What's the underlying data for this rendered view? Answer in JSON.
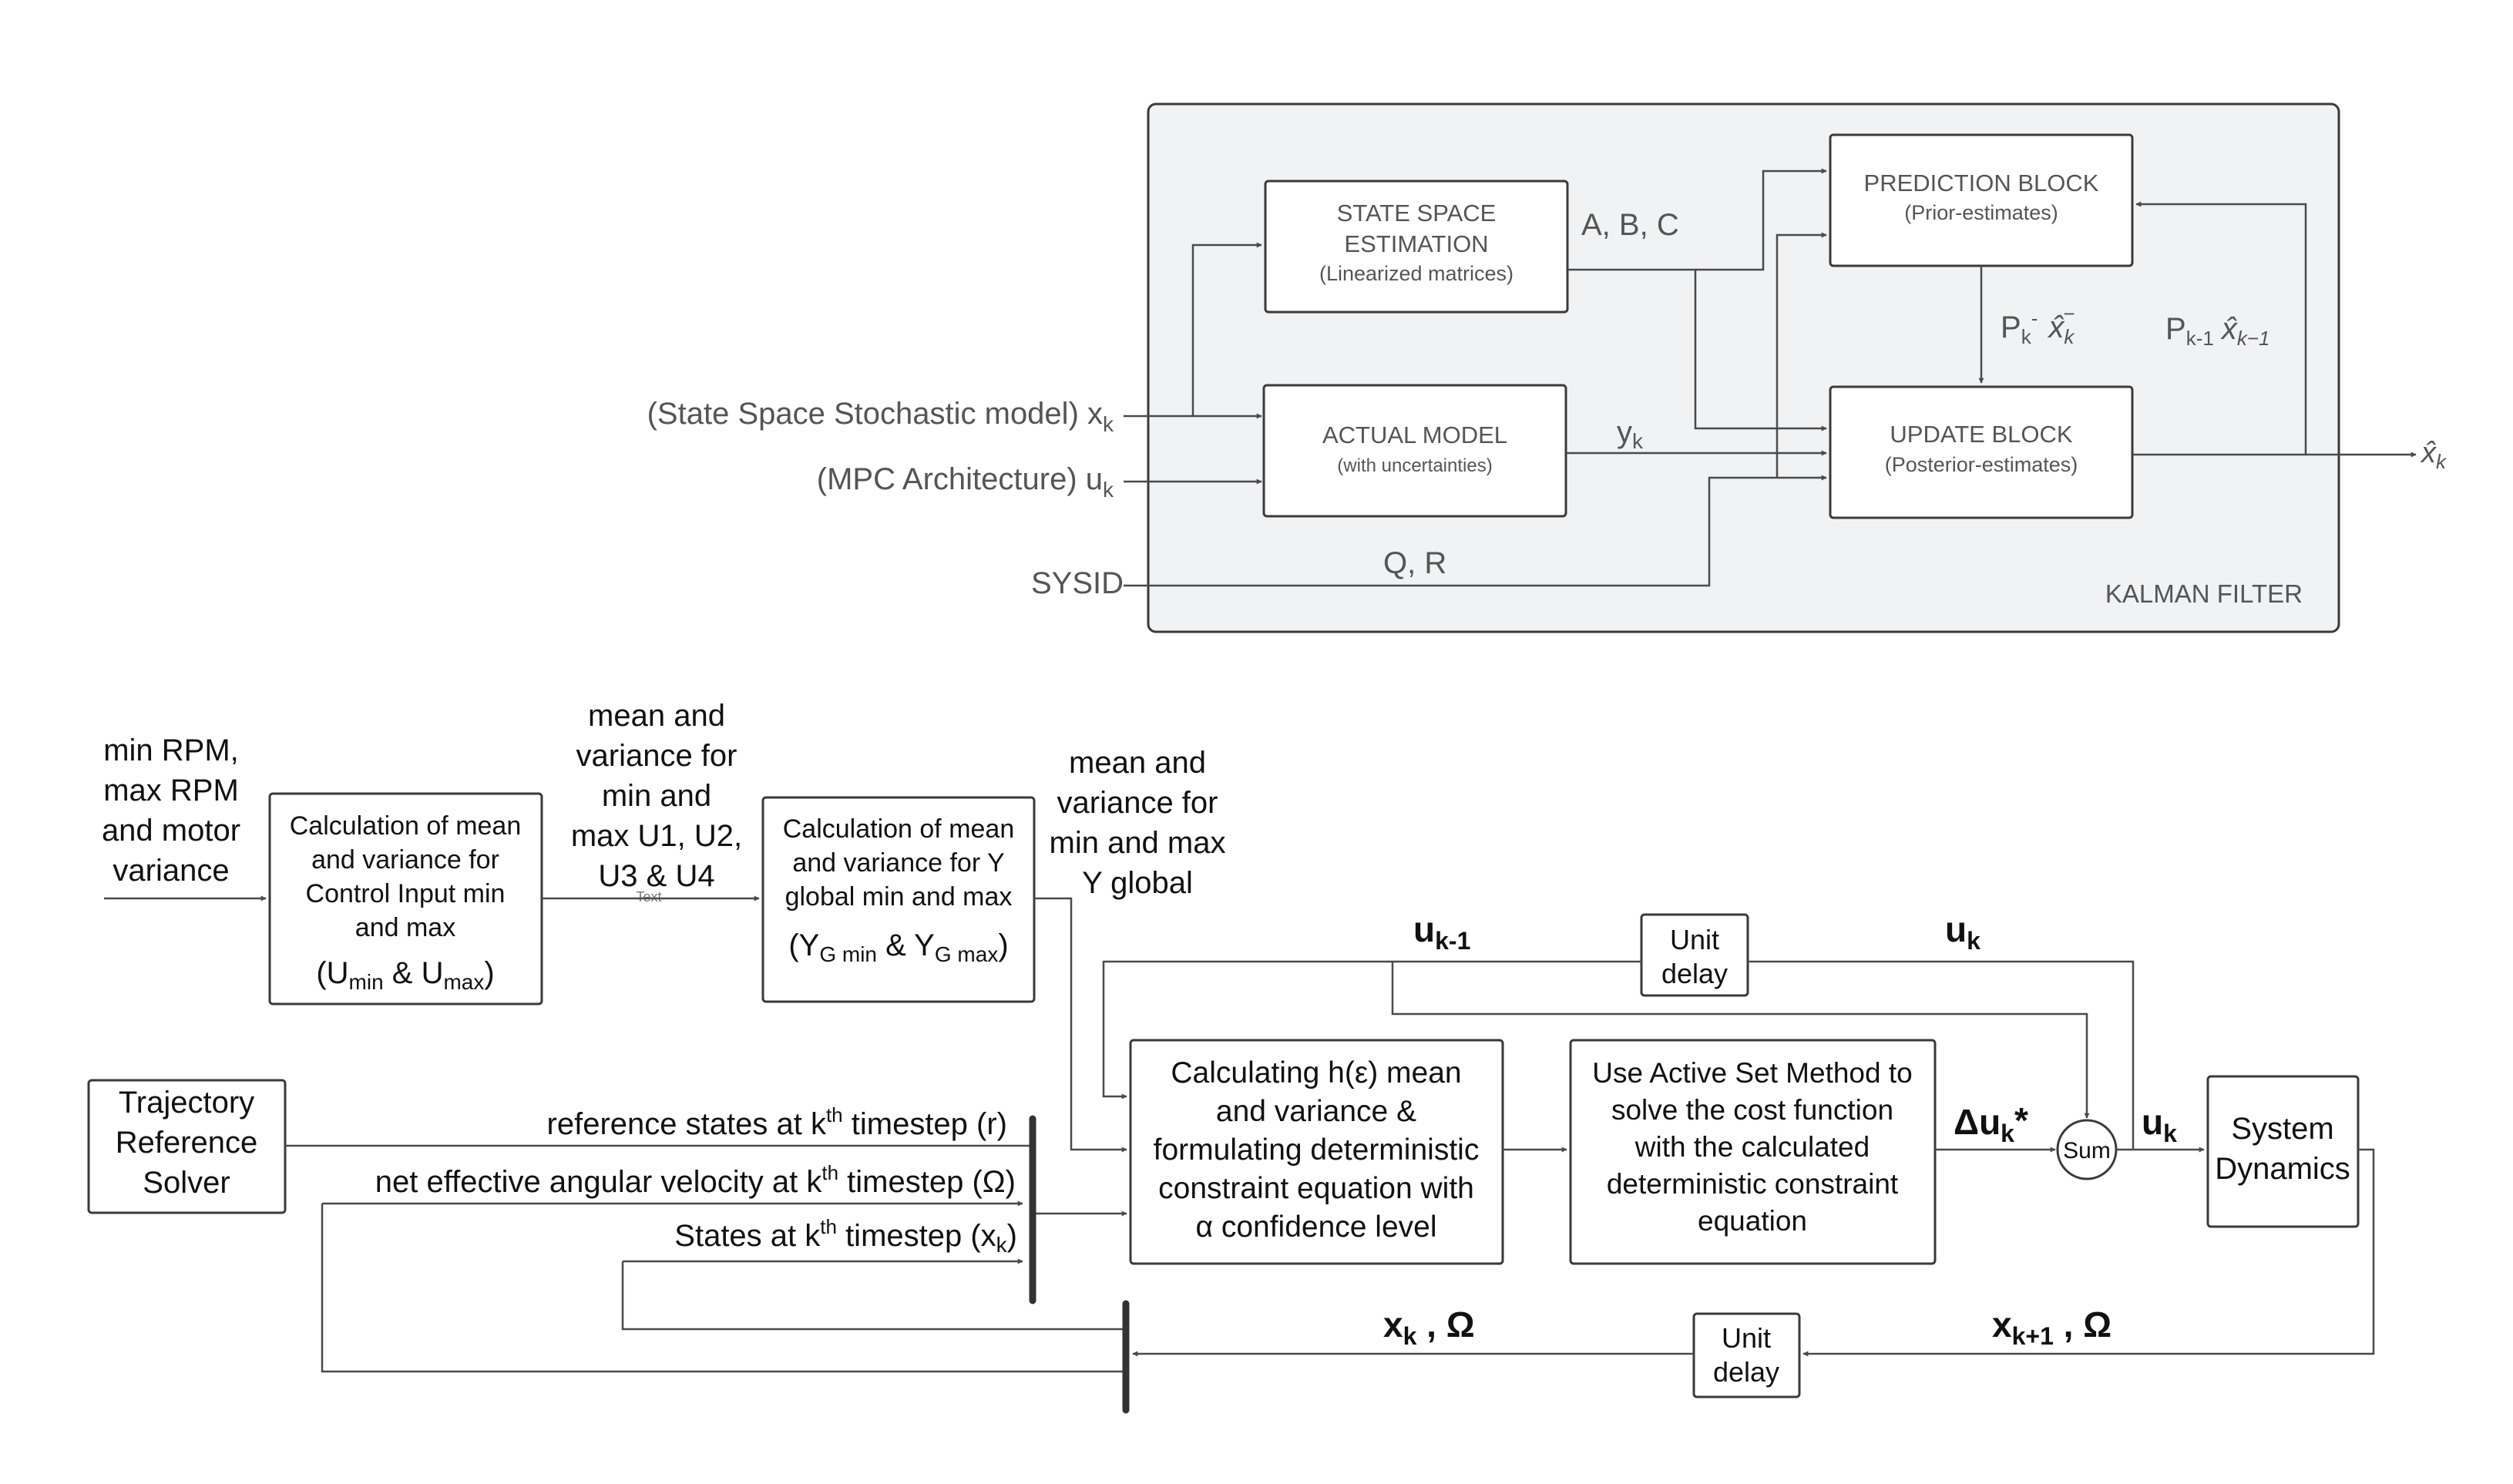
{
  "colors": {
    "panel_fill": "#f1f2f4",
    "line": "#4a4a4a",
    "kalman_text": "#555555",
    "text": "#111111"
  },
  "kalman": {
    "panel_label": "KALMAN FILTER",
    "sse": {
      "line1": "STATE SPACE",
      "line2": "ESTIMATION",
      "line3": "(Linearized matrices)"
    },
    "actual": {
      "line1": "ACTUAL MODEL",
      "line2": "(with uncertainties)"
    },
    "prediction": {
      "line1": "PREDICTION BLOCK",
      "line2": "(Prior-estimates)"
    },
    "update": {
      "line1": "UPDATE BLOCK",
      "line2": "(Posterior-estimates)"
    },
    "inputs": {
      "state_model": {
        "text": "(State Space Stochastic model) x",
        "sub": "k"
      },
      "mpc": {
        "text": "(MPC Architecture) u",
        "sub": "k"
      },
      "sysid": "SYSID"
    },
    "labels": {
      "abc": "A, B, C",
      "y": "y",
      "y_sub": "k",
      "qr": "Q, R",
      "pk": "P",
      "pk_sub": "k",
      "pk_sup": "-",
      "xk_prior": "x̂",
      "xk_prior_sub": "k",
      "xk_prior_sup": "−",
      "pk1": "P",
      "pk1_sub": "k-1",
      "xk1": "x̂",
      "xk1_sub": "k−1",
      "out": "x̂",
      "out_sub": "k"
    }
  },
  "mpc": {
    "input_label": [
      "min RPM,",
      "max RPM",
      "and motor",
      "variance"
    ],
    "calc_input": {
      "lines": [
        "Calculation of mean",
        "and variance for",
        "Control Input min",
        "and max"
      ],
      "formula": {
        "a": "(U",
        "a_sub": "min",
        "b": " & U",
        "b_sub": "max",
        "c": ")"
      }
    },
    "label_u": [
      "mean and",
      "variance for",
      "min and",
      "max U1, U2,",
      "U3 & U4"
    ],
    "tiny_text": "Text",
    "calc_y": {
      "lines": [
        "Calculation of mean",
        "and variance for Y",
        "global min and max"
      ],
      "formula": {
        "a": "(Y",
        "a_sub": "G min",
        "b": " & Y",
        "b_sub": "G max",
        "c": ")"
      }
    },
    "label_y": [
      "mean and",
      "variance for",
      "min and max",
      "Y global"
    ],
    "unit_delay_top": [
      "Unit",
      "delay"
    ],
    "unit_delay_bottom": [
      "Unit",
      "delay"
    ],
    "u_prev": {
      "text": "u",
      "sub": "k-1"
    },
    "u_k_top": {
      "text": "u",
      "sub": "k"
    },
    "trajectory": [
      "Trajectory",
      "Reference",
      "Solver"
    ],
    "ref_states": {
      "a": "reference states at k",
      "sup": "th",
      "b": " timestep (r)"
    },
    "net_omega": {
      "a": "net effective angular velocity at k",
      "sup": "th",
      "b": " timestep (Ω)"
    },
    "states": {
      "a": "States at k",
      "sup": "th",
      "b": " timestep (x",
      "sub": "k",
      "c": ")"
    },
    "calc_h": {
      "lines": [
        "Calculating h(ε) mean",
        "and variance &",
        "formulating deterministic",
        "constraint equation with",
        "α confidence level"
      ]
    },
    "active_set": {
      "lines": [
        "Use Active Set Method to",
        "solve the cost function",
        "with the calculated",
        "deterministic constraint",
        "equation"
      ]
    },
    "delta_u": {
      "text": "Δu",
      "sub": "k",
      "c": "*"
    },
    "sum": "Sum",
    "u_k_out": {
      "text": "u",
      "sub": "k"
    },
    "system_dynamics": [
      "System",
      "Dynamics"
    ],
    "xk_omega": {
      "text": "x",
      "sub": "k",
      "c": " , Ω"
    },
    "xk1_omega": {
      "text": "x",
      "sub": "k+1",
      "c": " , Ω"
    }
  }
}
